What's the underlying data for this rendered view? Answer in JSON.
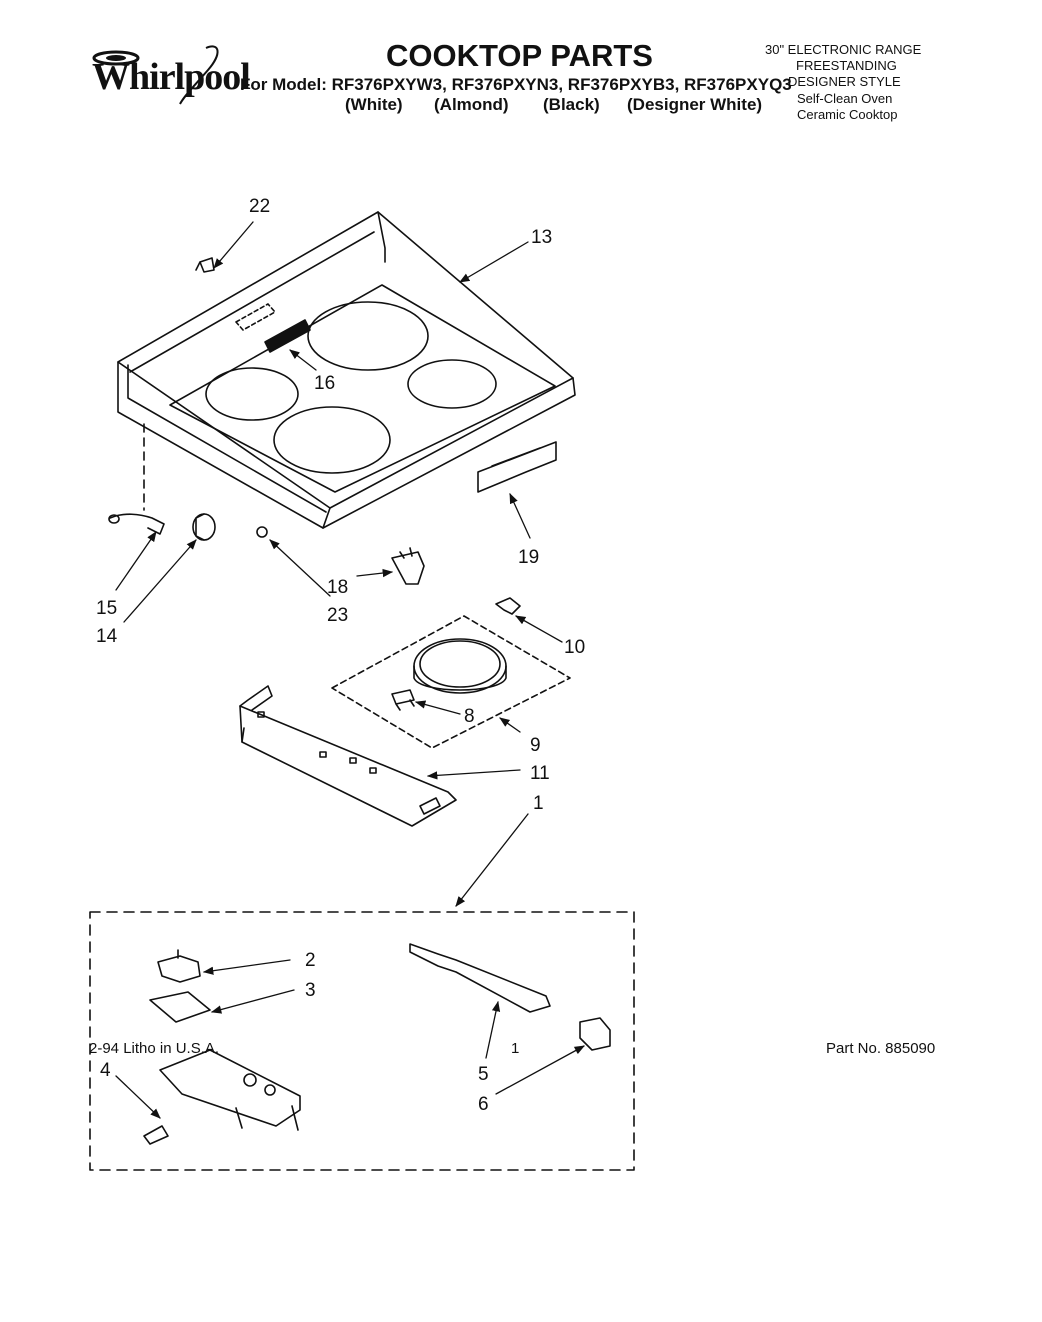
{
  "header": {
    "brand": "Whirlpool",
    "title": "COOKTOP PARTS",
    "model_line": "For Model: RF376PXYW3, RF376PXYN3, RF376PXYB3, RF376PXYQ3",
    "colors": [
      "(White)",
      "(Almond)",
      "(Black)",
      "(Designer White)"
    ],
    "spec_lines": [
      "30\" ELECTRONIC RANGE",
      "FREESTANDING",
      "DESIGNER STYLE",
      "Self-Clean Oven",
      "Ceramic Cooktop"
    ]
  },
  "callouts": [
    "22",
    "13",
    "16",
    "15",
    "14",
    "23",
    "18",
    "19",
    "10",
    "8",
    "9",
    "11",
    "1",
    "2",
    "3",
    "4",
    "5",
    "6"
  ],
  "footer": {
    "left": "2-94 Litho in U.S.A.",
    "center": "1",
    "right": "Part No. 885090"
  }
}
